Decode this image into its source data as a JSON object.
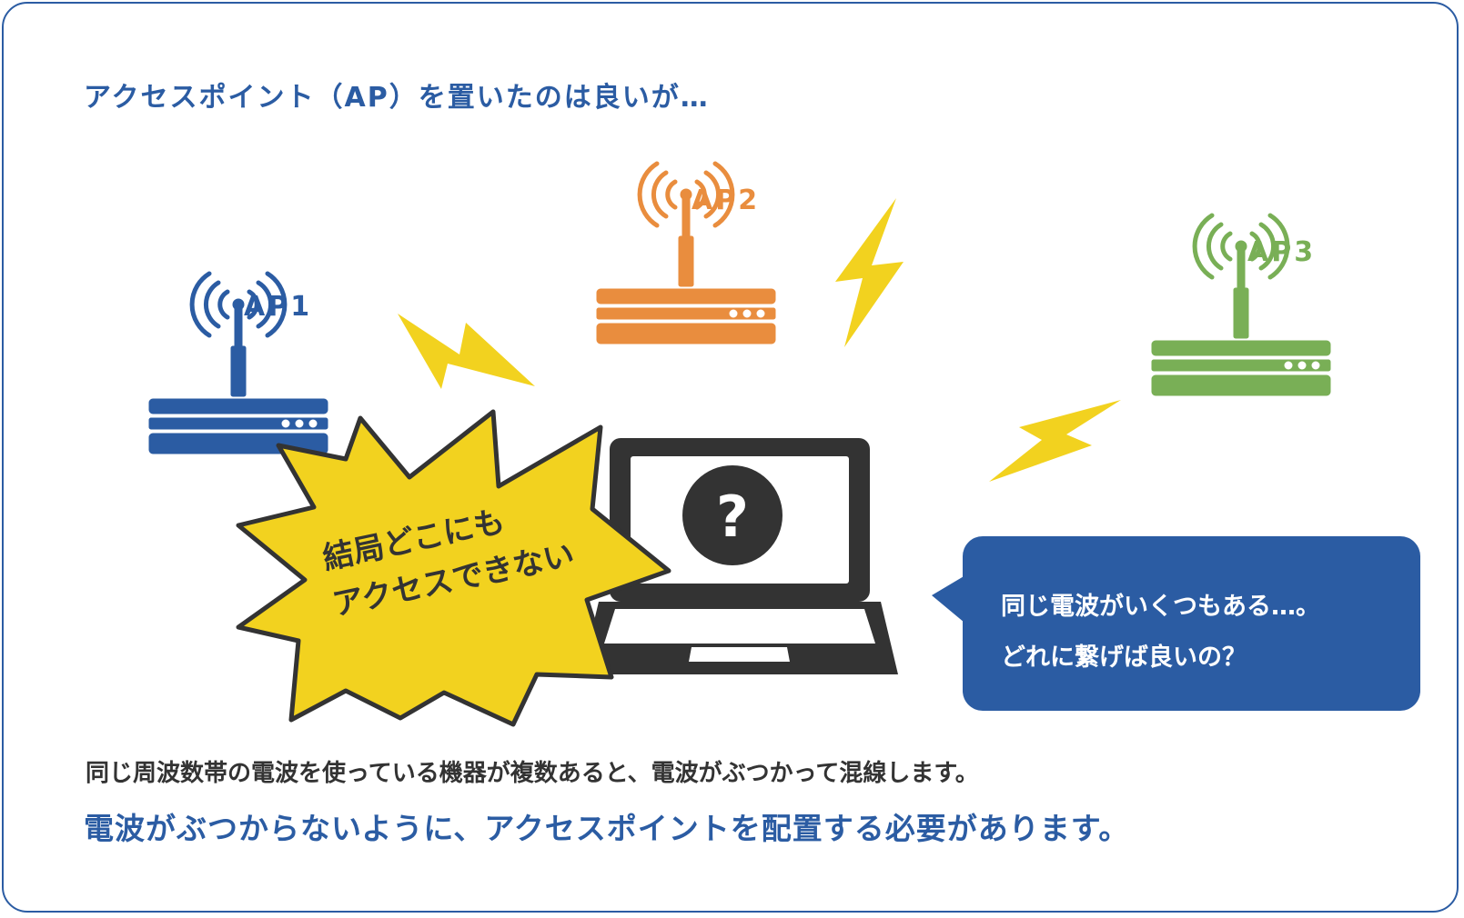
{
  "title": "アクセスポイント（AP）を置いたのは良いが…",
  "access_points": [
    {
      "label": "AP1",
      "color": "#2b5ca3"
    },
    {
      "label": "AP2",
      "color": "#e98d3e"
    },
    {
      "label": "AP3",
      "color": "#79af56"
    }
  ],
  "laptop": {
    "screen_symbol": "?",
    "color": "#333333"
  },
  "burst": {
    "line1": "結局どこにも",
    "line2": "アクセスできない",
    "color": "#f2d21f"
  },
  "speech_bubble": {
    "line1": "同じ電波がいくつもある…。",
    "line2": "どれに繋げば良いの？",
    "color": "#2b5ca3"
  },
  "explanation": "同じ周波数帯の電波を使っている機器が複数あると、電波がぶつかって混線します。",
  "conclusion": "電波がぶつからないように、アクセスポイントを配置する必要があります。",
  "colors": {
    "frame": "#2b5ca3",
    "lightning": "#f2d21f",
    "text_dark": "#333333"
  }
}
